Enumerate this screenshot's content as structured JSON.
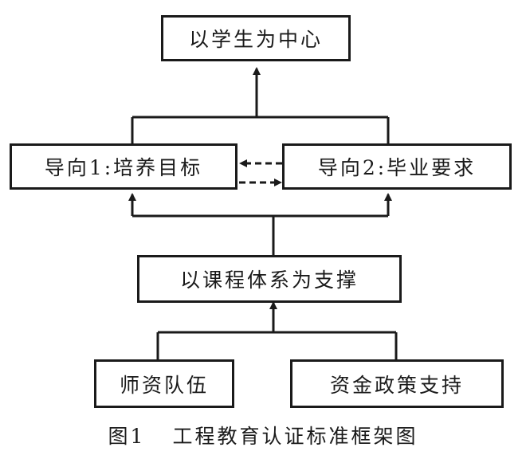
{
  "nodes": {
    "center": "以学生为中心",
    "orient1": "导向1:培养目标",
    "orient2": "导向2:毕业要求",
    "curriculum": "以课程体系为支撑",
    "faculty": "师资队伍",
    "funding": "资金政策支持"
  },
  "caption": {
    "number": "图1",
    "title": "工程教育认证标准框架图"
  },
  "colors": {
    "line": "#1a1a1a",
    "background": "#ffffff"
  }
}
